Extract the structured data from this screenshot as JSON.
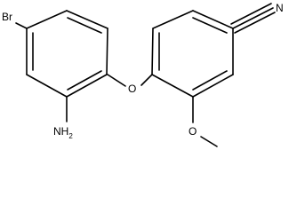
{
  "molecule": {
    "atoms": {
      "bromine": "Br",
      "amino_main": "NH",
      "amino_subscript": "2",
      "ether_oxygen": "O",
      "methoxy_oxygen": "O",
      "nitrile_nitrogen": "N"
    }
  }
}
